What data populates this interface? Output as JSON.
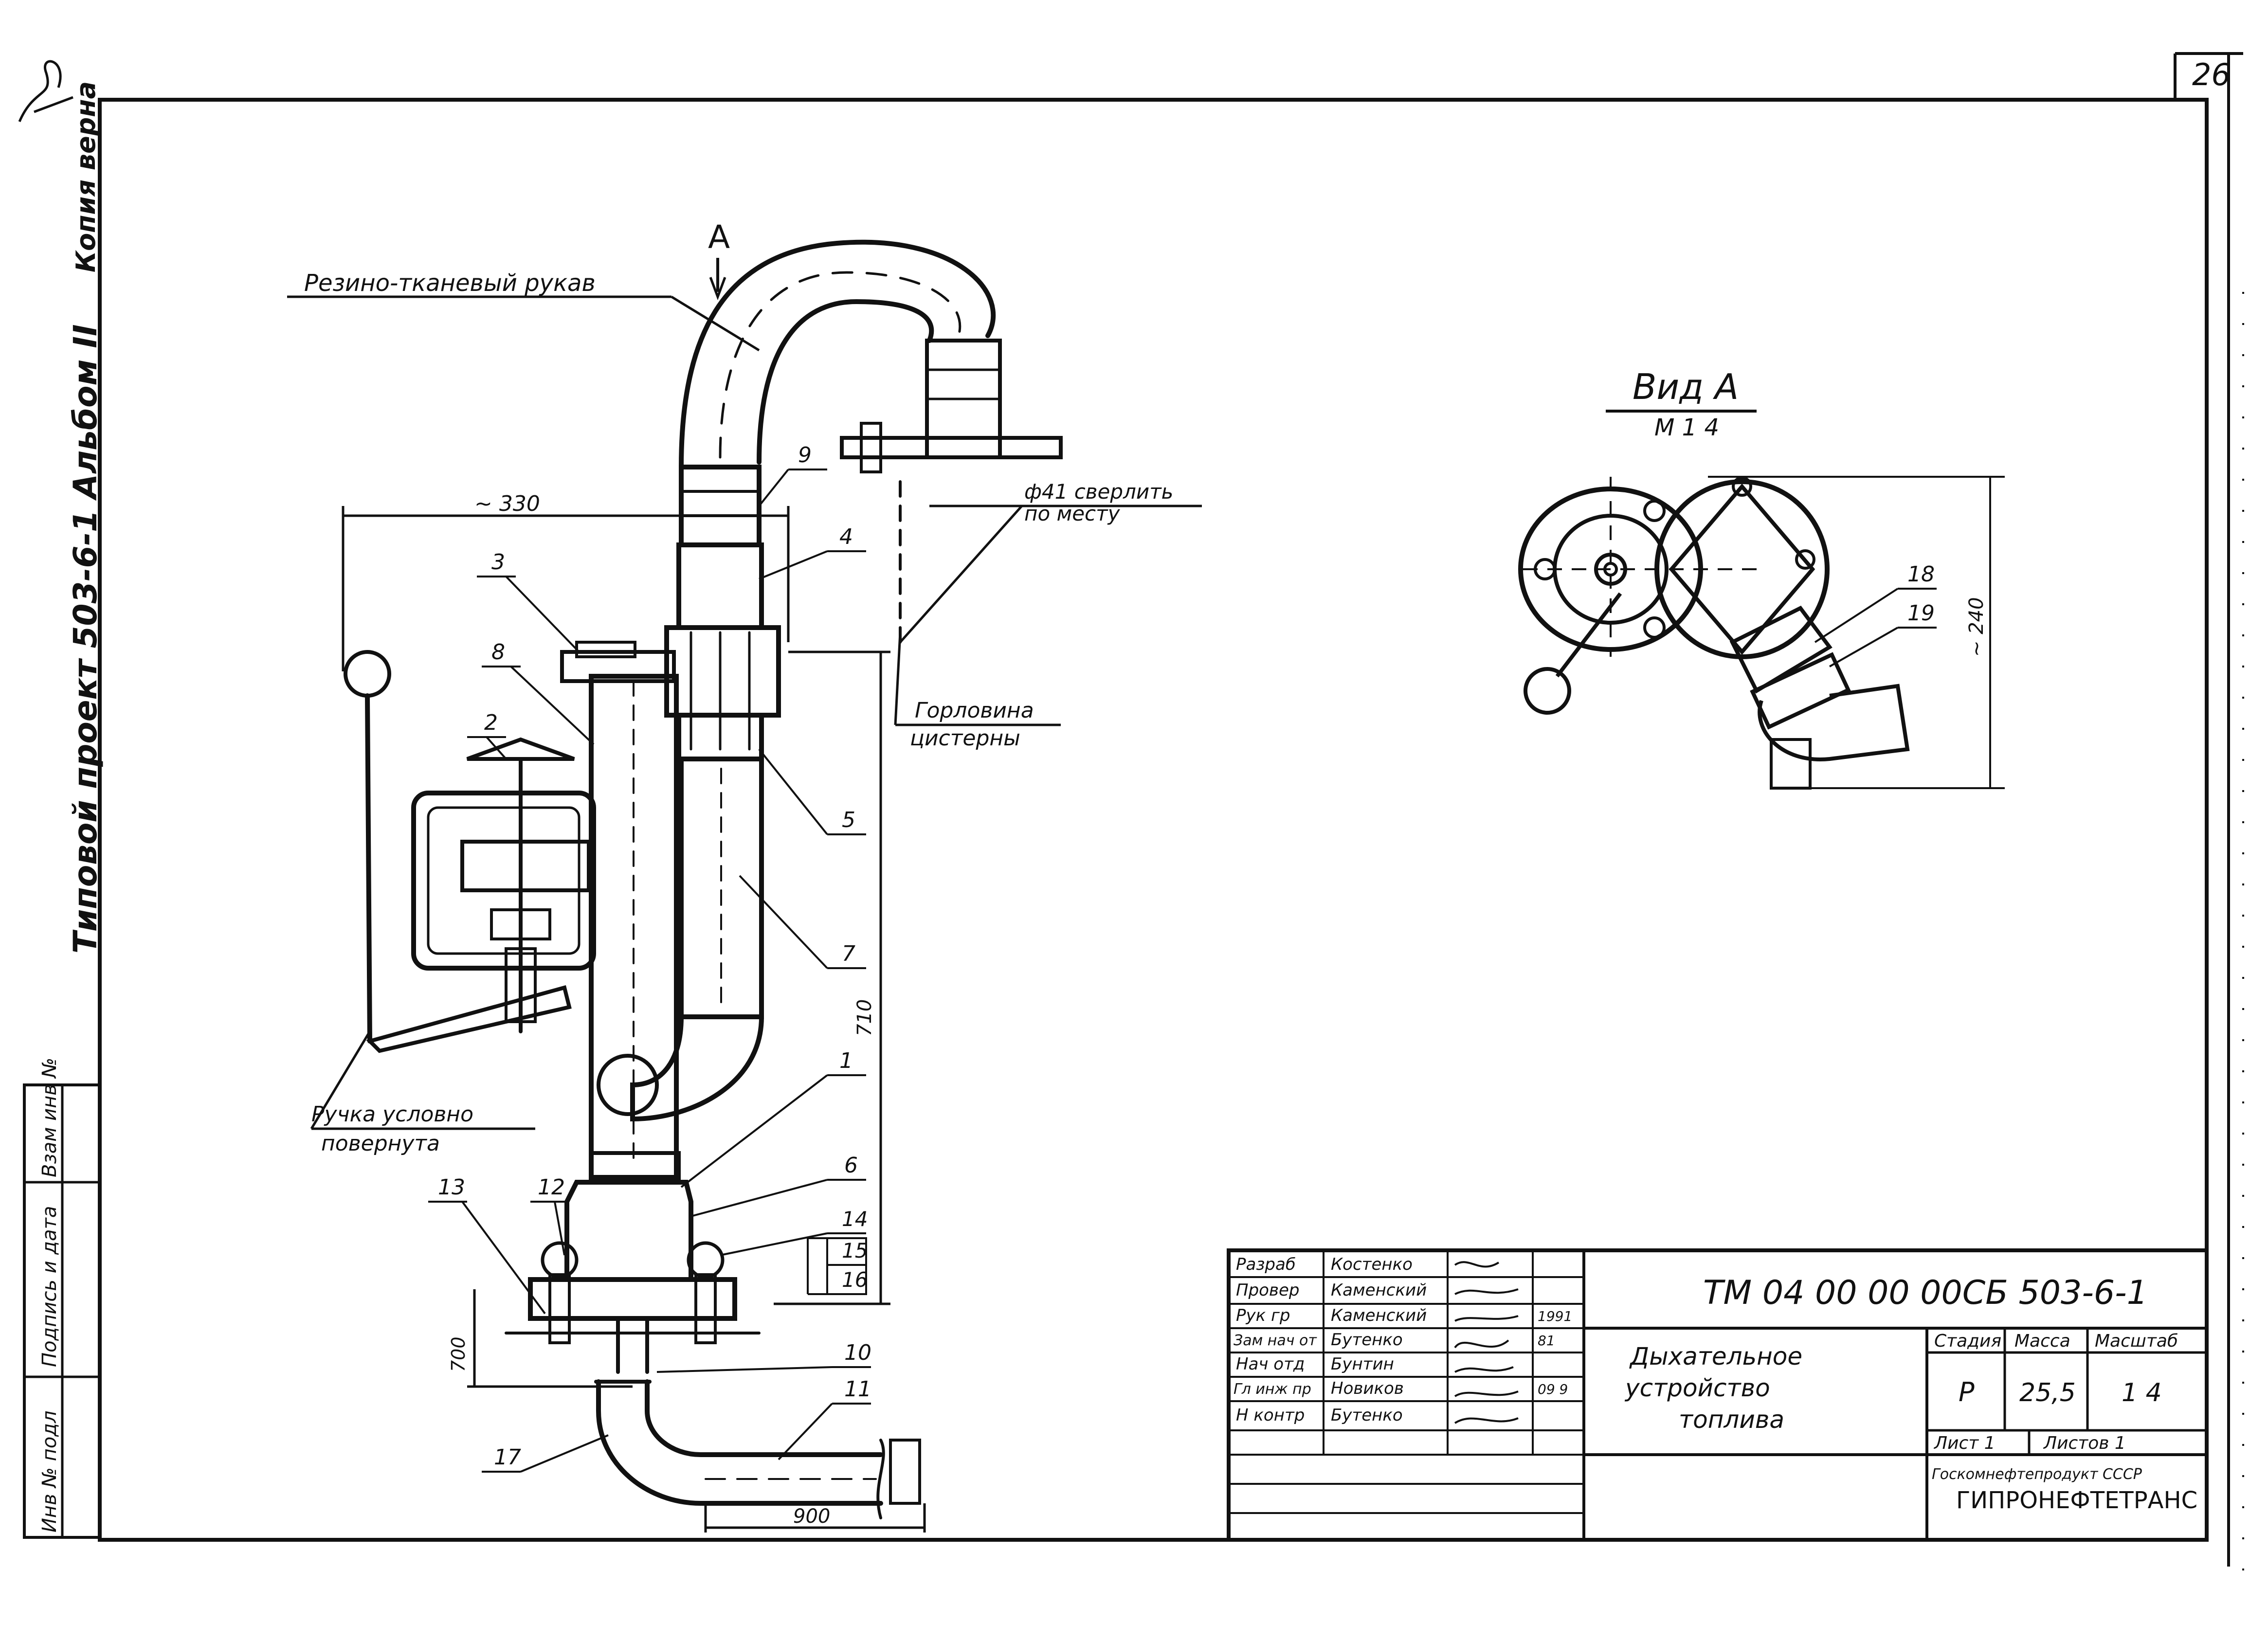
{
  "sheet": {
    "page_number": "26",
    "copy_stamp": "Копия верна",
    "side_title": "Типовой проект 503-6-1 Альбом II"
  },
  "left_stamp": {
    "cells": [
      "Взам инв №",
      "Подпись и дата",
      "Инв № подл"
    ]
  },
  "drawing": {
    "view_marker": "A",
    "hose_label": "Резино-тканевый рукав",
    "handle_label_1": "Ручка условно",
    "handle_label_2": "повернута",
    "hatch_label_1": "Горловина",
    "hatch_label_2": "цистерны",
    "drill_label_1": "ф41 сверлить",
    "drill_label_2": "по месту",
    "dim_330": "~ 330",
    "dim_710": "710",
    "dim_700": "700",
    "dim_900": "900",
    "callouts": [
      "1",
      "2",
      "3",
      "4",
      "5",
      "6",
      "7",
      "8",
      "9",
      "10",
      "11",
      "12",
      "13",
      "14",
      "15",
      "16",
      "17"
    ]
  },
  "view_a": {
    "title": "Вид А",
    "scale": "М 1 4",
    "dim_240": "~ 240",
    "callouts": [
      "18",
      "19"
    ]
  },
  "title_block": {
    "roles": [
      {
        "role": "Разраб",
        "name": "Костенко",
        "date": ""
      },
      {
        "role": "Провер",
        "name": "Каменский",
        "date": ""
      },
      {
        "role": "Рук гр",
        "name": "Каменский",
        "date": "1991"
      },
      {
        "role": "Зам нач от",
        "name": "Бутенко",
        "date": "81"
      },
      {
        "role": "Нач отд",
        "name": "Бунтин",
        "date": ""
      },
      {
        "role": "Гл инж пр",
        "name": "Новиков",
        "date": "09 9"
      },
      {
        "role": "Н контр",
        "name": "Бутенко",
        "date": ""
      }
    ],
    "doc_code": "ТМ 04 00 00 00СБ  503-6-1",
    "doc_name_1": "Дыхательное",
    "doc_name_2": "устройство",
    "doc_name_3": "топлива",
    "stage_header": "Стадия",
    "mass_header": "Масса",
    "scale_header": "Масштаб",
    "stage": "Р",
    "mass": "25,5",
    "scale": "1 4",
    "sheet_label": "Лист 1",
    "sheets_label": "Листов 1",
    "org_1": "Госкомнефтепродукт СССР",
    "org_2": "ГИПРОНЕФТЕТРАНС"
  }
}
